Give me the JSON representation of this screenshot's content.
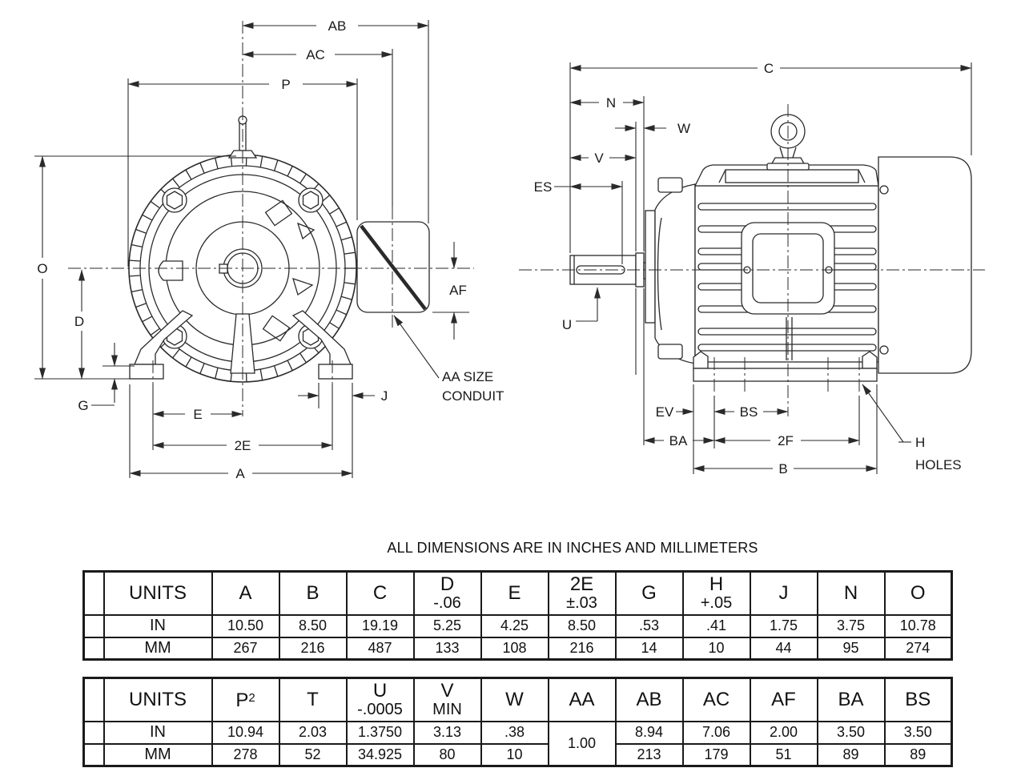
{
  "note": {
    "text": "ALL DIMENSIONS ARE IN INCHES AND MILLIMETERS"
  },
  "front_view": {
    "labels": {
      "ab": "AB",
      "ac": "AC",
      "p": "P",
      "o": "O",
      "d": "D",
      "g": "G",
      "e": "E",
      "two_e": "2E",
      "a": "A",
      "j": "J",
      "af": "AF"
    },
    "conduit_note": [
      "AA SIZE",
      "CONDUIT"
    ]
  },
  "side_view": {
    "labels": {
      "c": "C",
      "n": "N",
      "w": "W",
      "v": "V",
      "es": "ES",
      "u": "U",
      "ev": "EV",
      "bs": "BS",
      "ba": "BA",
      "two_f": "2F",
      "b": "B"
    },
    "holes_note": [
      "H",
      "HOLES"
    ]
  },
  "dimension_tables": {
    "table1": {
      "columns": [
        {
          "main": "UNITS",
          "sub": "",
          "sup": ""
        },
        {
          "main": "A"
        },
        {
          "main": "B"
        },
        {
          "main": "C"
        },
        {
          "main": "D",
          "sub": "-.06"
        },
        {
          "main": "E"
        },
        {
          "main": "2E",
          "sub": "±.03"
        },
        {
          "main": "G"
        },
        {
          "main": "H",
          "sub": "+.05"
        },
        {
          "main": "J"
        },
        {
          "main": "N"
        },
        {
          "main": "O"
        }
      ],
      "rows": [
        {
          "unit": "IN",
          "values": [
            "10.50",
            "8.50",
            "19.19",
            "5.25",
            "4.25",
            "8.50",
            ".53",
            ".41",
            "1.75",
            "3.75",
            "10.78"
          ]
        },
        {
          "unit": "MM",
          "values": [
            "267",
            "216",
            "487",
            "133",
            "108",
            "216",
            "14",
            "10",
            "44",
            "95",
            "274"
          ]
        }
      ],
      "rowspan_cols": []
    },
    "table2": {
      "columns": [
        {
          "main": "UNITS"
        },
        {
          "main": "P",
          "sup": "2"
        },
        {
          "main": "T"
        },
        {
          "main": "U",
          "sub": "-.0005"
        },
        {
          "main": "V",
          "sub": "MIN"
        },
        {
          "main": "W"
        },
        {
          "main": "AA"
        },
        {
          "main": "AB"
        },
        {
          "main": "AC"
        },
        {
          "main": "AF"
        },
        {
          "main": "BA"
        },
        {
          "main": "BS"
        }
      ],
      "rows": [
        {
          "unit": "IN",
          "values": [
            "10.94",
            "2.03",
            "1.3750",
            "3.13",
            ".38",
            "1.00",
            "8.94",
            "7.06",
            "2.00",
            "3.50",
            "3.50"
          ]
        },
        {
          "unit": "MM",
          "values": [
            "278",
            "52",
            "34.925",
            "80",
            "10",
            null,
            "213",
            "179",
            "51",
            "89",
            "89"
          ]
        }
      ],
      "rowspan_cols": [
        5
      ]
    }
  }
}
